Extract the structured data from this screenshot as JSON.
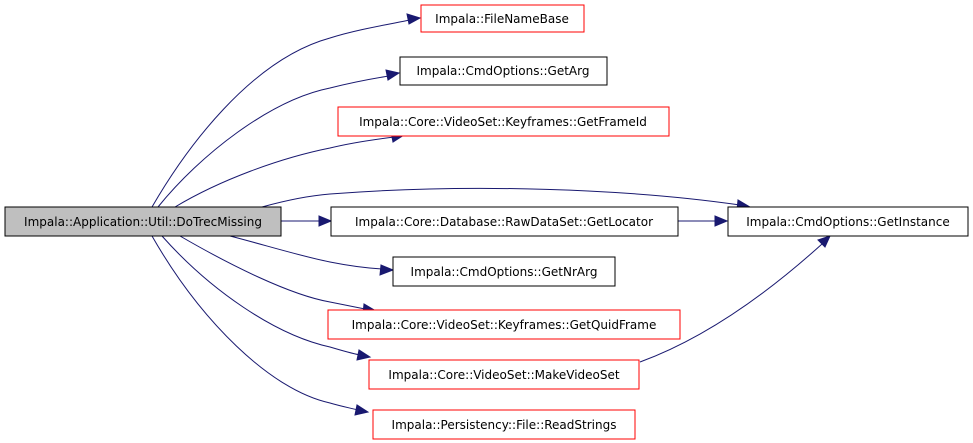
{
  "colors": {
    "edge": "#191970",
    "root_fill": "#bfbfbf",
    "root_stroke": "#000000",
    "node_fill": "#ffffff",
    "border_black": "#000000",
    "border_red": "#ff0000"
  },
  "nodes": {
    "root": {
      "label": "Impala::Application::Util::DoTrecMissing",
      "border": "black",
      "root": true
    },
    "n1": {
      "label": "Impala::FileNameBase",
      "border": "red"
    },
    "n2": {
      "label": "Impala::CmdOptions::GetArg",
      "border": "black"
    },
    "n3": {
      "label": "Impala::Core::VideoSet::Keyframes::GetFrameId",
      "border": "red"
    },
    "n4": {
      "label": "Impala::Core::Database::RawDataSet::GetLocator",
      "border": "black"
    },
    "n5": {
      "label": "Impala::CmdOptions::GetInstance",
      "border": "black"
    },
    "n6": {
      "label": "Impala::CmdOptions::GetNrArg",
      "border": "black"
    },
    "n7": {
      "label": "Impala::Core::VideoSet::Keyframes::GetQuidFrame",
      "border": "red"
    },
    "n8": {
      "label": "Impala::Core::VideoSet::MakeVideoSet",
      "border": "red"
    },
    "n9": {
      "label": "Impala::Persistency::File::ReadStrings",
      "border": "red"
    }
  }
}
